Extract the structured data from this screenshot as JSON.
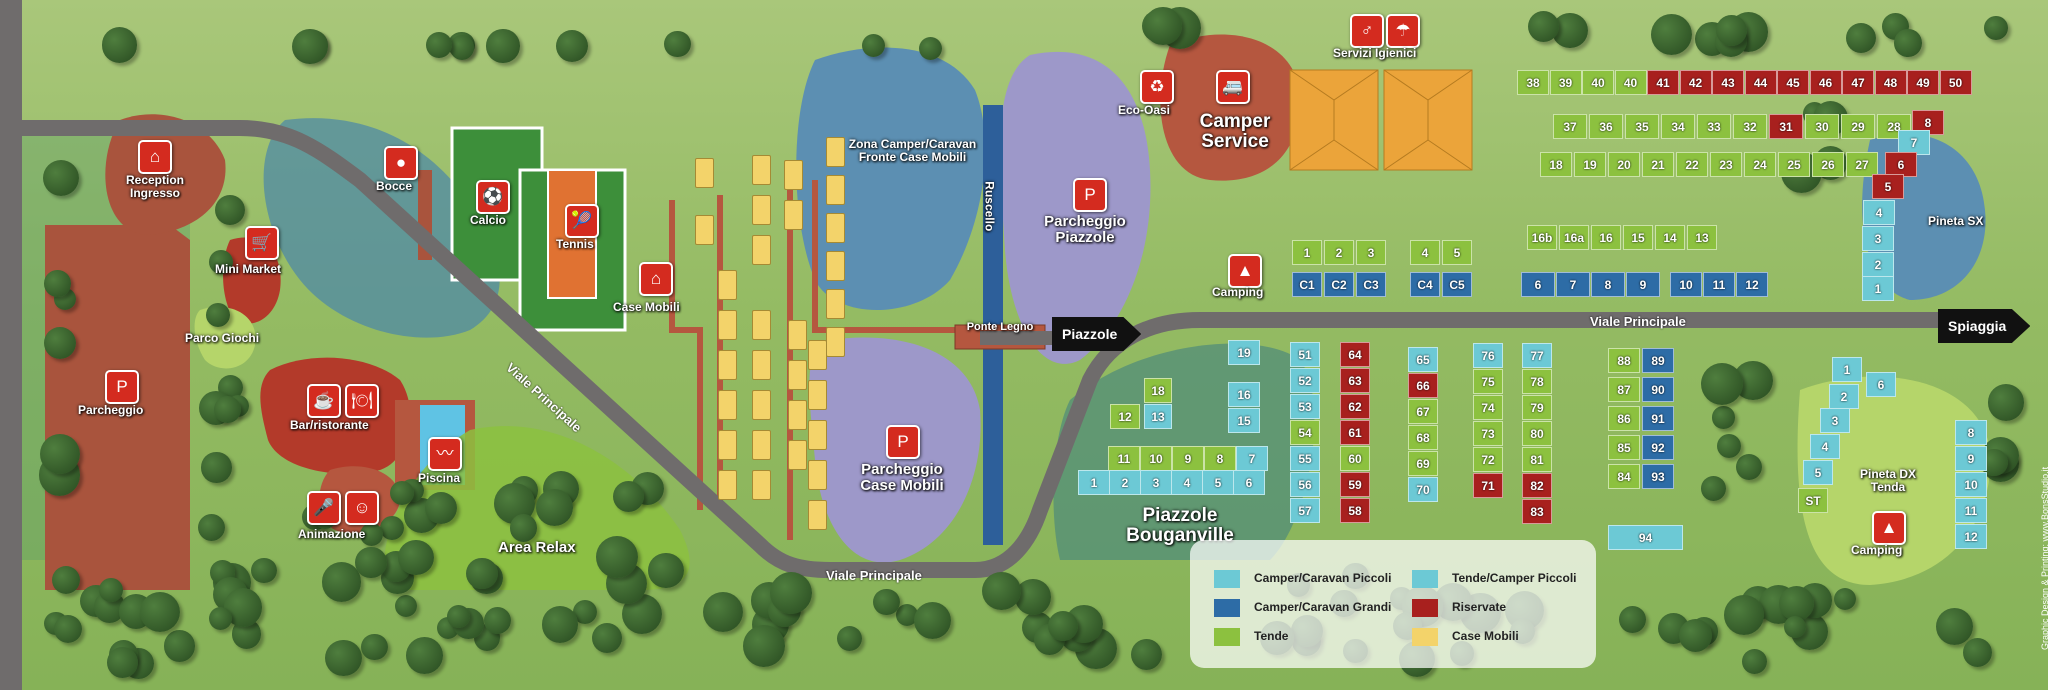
{
  "colors": {
    "camper_small": "#6cc9d5",
    "camper_large": "#2d6ca6",
    "tent": "#8cc13f",
    "tent_camper_small": "#6cc9d5",
    "reserved": "#a8201e",
    "mobile_home": "#f3d36a",
    "road": "#6f6c6c",
    "brick": "#a9543d",
    "water": "#5c8fb2",
    "lavender": "#9d98c9"
  },
  "areas": {
    "reception": "Reception Ingresso",
    "bocce": "Bocce",
    "mini_market": "Mini Market",
    "parco_giochi": "Parco Giochi",
    "parcheggio": "Parcheggio",
    "bar": "Bar/ristorante",
    "animazione": "Animazione",
    "piscina": "Piscina",
    "area_relax": "Area Relax",
    "calcio": "Calcio",
    "tennis": "Tennis",
    "case_mobili": "Case Mobili",
    "zona_camper": "Zona Camper/Caravan Fronte Case Mobili",
    "ruscello": "Ruscello",
    "ponte_legno": "Ponte Legno",
    "parcheggio_piazzole": "Parcheggio Piazzole",
    "parcheggio_case_mobili": "Parcheggio Case Mobili",
    "eco_oasi": "Eco-Oasi",
    "camper_service": "Camper Service",
    "servizi_igienici": "Servizi Igienici",
    "camping": "Camping",
    "piazzole_bouganville": "Piazzole Bouganville",
    "pineta_sx": "Pineta SX",
    "pineta_dx": "Pineta DX Tenda",
    "camping_dx": "Camping"
  },
  "roads": {
    "viale1": "Viale Principale",
    "viale2": "Viale Principale",
    "viale3": "Viale Principale",
    "piazzole_arrow": "Piazzole",
    "spiaggia_arrow": "Spiaggia"
  },
  "pitches": [
    {
      "l": "38",
      "c": "g"
    },
    {
      "l": "39",
      "c": "g"
    },
    {
      "l": "40",
      "c": "g"
    },
    {
      "l": "40",
      "c": "g"
    },
    {
      "l": "41",
      "c": "r"
    },
    {
      "l": "42",
      "c": "r"
    },
    {
      "l": "43",
      "c": "r"
    },
    {
      "l": "44",
      "c": "r"
    },
    {
      "l": "45",
      "c": "r"
    },
    {
      "l": "46",
      "c": "r"
    },
    {
      "l": "47",
      "c": "r"
    },
    {
      "l": "48",
      "c": "r"
    },
    {
      "l": "49",
      "c": "r"
    },
    {
      "l": "50",
      "c": "r"
    },
    {
      "l": "37",
      "c": "g"
    },
    {
      "l": "36",
      "c": "g"
    },
    {
      "l": "35",
      "c": "g"
    },
    {
      "l": "34",
      "c": "g"
    },
    {
      "l": "33",
      "c": "g"
    },
    {
      "l": "32",
      "c": "g"
    },
    {
      "l": "31",
      "c": "r"
    },
    {
      "l": "30",
      "c": "g"
    },
    {
      "l": "29",
      "c": "g"
    },
    {
      "l": "28",
      "c": "g"
    },
    {
      "l": "18",
      "c": "g"
    },
    {
      "l": "19",
      "c": "g"
    },
    {
      "l": "20",
      "c": "g"
    },
    {
      "l": "21",
      "c": "g"
    },
    {
      "l": "22",
      "c": "g"
    },
    {
      "l": "23",
      "c": "g"
    },
    {
      "l": "24",
      "c": "g"
    },
    {
      "l": "25",
      "c": "g"
    },
    {
      "l": "26",
      "c": "g"
    },
    {
      "l": "27",
      "c": "g"
    },
    {
      "l": "16b",
      "c": "g"
    },
    {
      "l": "16a",
      "c": "g"
    },
    {
      "l": "16",
      "c": "g"
    },
    {
      "l": "15",
      "c": "g"
    },
    {
      "l": "14",
      "c": "g"
    },
    {
      "l": "13",
      "c": "g"
    },
    {
      "l": "6",
      "c": "b"
    },
    {
      "l": "7",
      "c": "b"
    },
    {
      "l": "8",
      "c": "b"
    },
    {
      "l": "9",
      "c": "b"
    },
    {
      "l": "10",
      "c": "b"
    },
    {
      "l": "11",
      "c": "b"
    },
    {
      "l": "12",
      "c": "b"
    },
    {
      "l": "1",
      "c": "g"
    },
    {
      "l": "2",
      "c": "g"
    },
    {
      "l": "3",
      "c": "g"
    },
    {
      "l": "4",
      "c": "g"
    },
    {
      "l": "5",
      "c": "g"
    },
    {
      "l": "C1",
      "c": "b"
    },
    {
      "l": "C2",
      "c": "b"
    },
    {
      "l": "C3",
      "c": "b"
    },
    {
      "l": "C4",
      "c": "b"
    },
    {
      "l": "C5",
      "c": "b"
    },
    {
      "l": "8",
      "c": "r"
    },
    {
      "l": "7",
      "c": "c"
    },
    {
      "l": "6",
      "c": "r"
    },
    {
      "l": "5",
      "c": "r"
    },
    {
      "l": "4",
      "c": "c"
    },
    {
      "l": "3",
      "c": "c"
    },
    {
      "l": "2",
      "c": "c"
    },
    {
      "l": "1",
      "c": "c"
    },
    {
      "l": "19",
      "c": "c"
    },
    {
      "l": "16",
      "c": "c"
    },
    {
      "l": "15",
      "c": "c"
    },
    {
      "l": "18",
      "c": "g"
    },
    {
      "l": "12",
      "c": "g"
    },
    {
      "l": "13",
      "c": "c"
    },
    {
      "l": "11",
      "c": "g"
    },
    {
      "l": "10",
      "c": "g"
    },
    {
      "l": "9",
      "c": "g"
    },
    {
      "l": "8",
      "c": "g"
    },
    {
      "l": "7",
      "c": "c"
    },
    {
      "l": "1",
      "c": "c"
    },
    {
      "l": "2",
      "c": "c"
    },
    {
      "l": "3",
      "c": "c"
    },
    {
      "l": "4",
      "c": "c"
    },
    {
      "l": "5",
      "c": "c"
    },
    {
      "l": "6",
      "c": "c"
    },
    {
      "l": "51",
      "c": "c"
    },
    {
      "l": "52",
      "c": "c"
    },
    {
      "l": "53",
      "c": "c"
    },
    {
      "l": "54",
      "c": "g"
    },
    {
      "l": "55",
      "c": "c"
    },
    {
      "l": "56",
      "c": "c"
    },
    {
      "l": "57",
      "c": "c"
    },
    {
      "l": "64",
      "c": "r"
    },
    {
      "l": "63",
      "c": "r"
    },
    {
      "l": "62",
      "c": "r"
    },
    {
      "l": "61",
      "c": "r"
    },
    {
      "l": "60",
      "c": "g"
    },
    {
      "l": "59",
      "c": "r"
    },
    {
      "l": "58",
      "c": "r"
    },
    {
      "l": "65",
      "c": "c"
    },
    {
      "l": "66",
      "c": "r"
    },
    {
      "l": "67",
      "c": "g"
    },
    {
      "l": "68",
      "c": "g"
    },
    {
      "l": "69",
      "c": "g"
    },
    {
      "l": "70",
      "c": "c"
    },
    {
      "l": "76",
      "c": "c"
    },
    {
      "l": "75",
      "c": "g"
    },
    {
      "l": "74",
      "c": "g"
    },
    {
      "l": "73",
      "c": "g"
    },
    {
      "l": "72",
      "c": "g"
    },
    {
      "l": "71",
      "c": "r"
    },
    {
      "l": "77",
      "c": "c"
    },
    {
      "l": "78",
      "c": "g"
    },
    {
      "l": "79",
      "c": "g"
    },
    {
      "l": "80",
      "c": "g"
    },
    {
      "l": "81",
      "c": "g"
    },
    {
      "l": "82",
      "c": "r"
    },
    {
      "l": "83",
      "c": "r"
    },
    {
      "l": "88",
      "c": "g"
    },
    {
      "l": "87",
      "c": "g"
    },
    {
      "l": "86",
      "c": "g"
    },
    {
      "l": "85",
      "c": "g"
    },
    {
      "l": "84",
      "c": "g"
    },
    {
      "l": "89",
      "c": "b"
    },
    {
      "l": "90",
      "c": "b"
    },
    {
      "l": "91",
      "c": "b"
    },
    {
      "l": "92",
      "c": "b"
    },
    {
      "l": "93",
      "c": "b"
    },
    {
      "l": "94",
      "c": "c"
    },
    {
      "l": "1",
      "c": "c"
    },
    {
      "l": "6",
      "c": "c"
    },
    {
      "l": "2",
      "c": "c"
    },
    {
      "l": "3",
      "c": "c"
    },
    {
      "l": "4",
      "c": "c"
    },
    {
      "l": "5",
      "c": "c"
    },
    {
      "l": "ST",
      "c": "g"
    },
    {
      "l": "8",
      "c": "c"
    },
    {
      "l": "9",
      "c": "c"
    },
    {
      "l": "10",
      "c": "c"
    },
    {
      "l": "11",
      "c": "c"
    },
    {
      "l": "12",
      "c": "c"
    }
  ],
  "legend": {
    "camper_piccoli": "Camper/Caravan Piccoli",
    "camper_grandi": "Camper/Caravan Grandi",
    "tende": "Tende",
    "tende_camper_piccoli": "Tende/Camper Piccoli",
    "riservate": "Riservate",
    "case_mobili": "Case Mobili"
  },
  "credit": "Graphic Design & Printing: www.BonsStudio.it"
}
